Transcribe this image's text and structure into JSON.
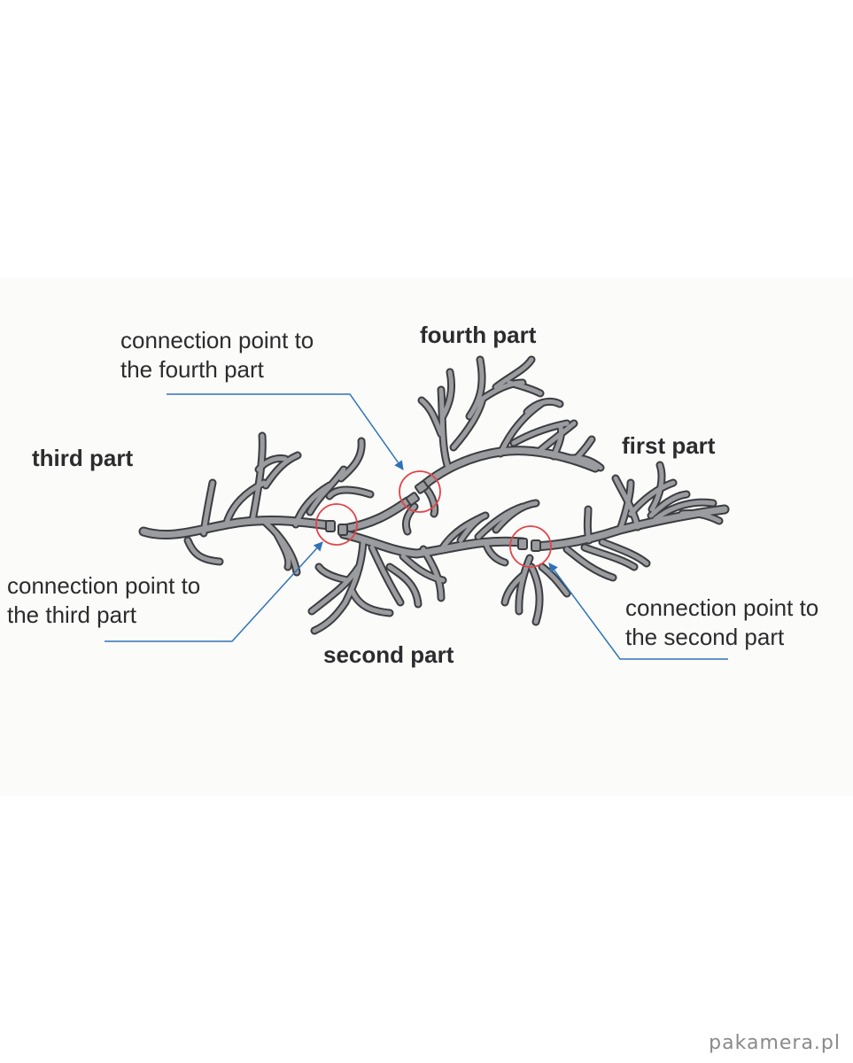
{
  "parts": {
    "first": "first part",
    "second": "second part",
    "third": "third part",
    "fourth": "fourth part"
  },
  "connections": {
    "fourth": {
      "line1": "connection point to",
      "line2": "the fourth part"
    },
    "third": {
      "line1": "connection point to",
      "line2": "the third part"
    },
    "second": {
      "line1": "connection point to",
      "line2": "the second part"
    }
  },
  "watermark": "pakamera.pl",
  "colors": {
    "branch_outline": "#3c3d41",
    "branch_fill": "#9a9ca0",
    "highlight_circle": "#e0474c",
    "leader_line": "#2f73b7",
    "text": "#2c2c2e"
  }
}
